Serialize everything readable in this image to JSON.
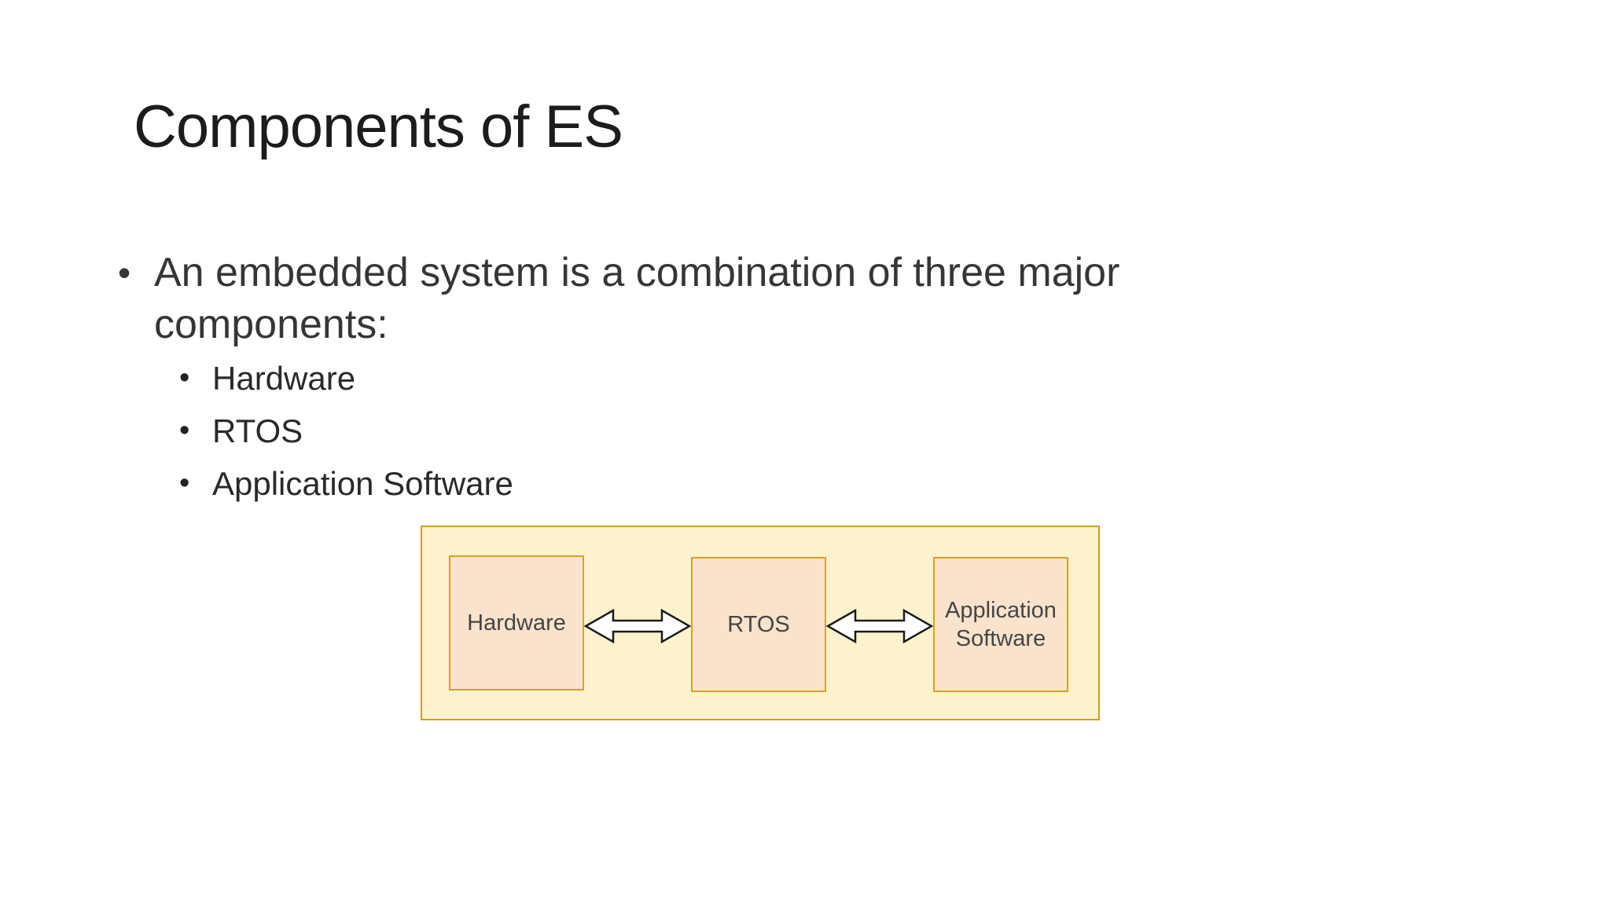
{
  "slide": {
    "title": "Components of ES",
    "bullet_char": "•",
    "main_bullet": "An embedded system is a combination of three major components:",
    "sub_bullets": [
      "Hardware",
      "RTOS",
      "Application Software"
    ],
    "diagram": {
      "container_fill": "#fcf2cd",
      "container_border": "#c9a128",
      "box_fill": "#fae3cd",
      "box_border": "#d9a126",
      "arrow_fill": "#ffffff",
      "arrow_stroke": "#1a1a1a",
      "boxes": [
        {
          "label": "Hardware"
        },
        {
          "label": "RTOS"
        },
        {
          "label": "Application Software"
        }
      ]
    },
    "colors": {
      "background": "#ffffff",
      "title_text": "#1c1c1c",
      "body_text": "#363636",
      "box_label_text": "#454545"
    }
  }
}
